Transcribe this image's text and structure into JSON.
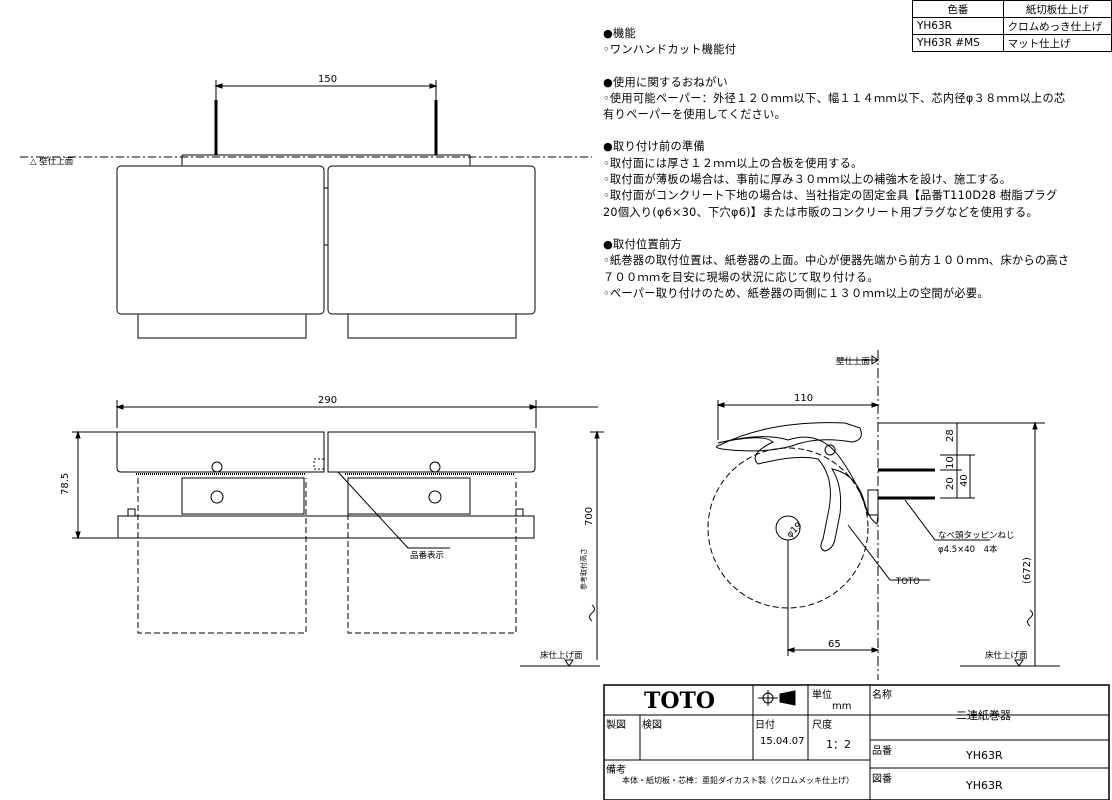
{
  "color_table": {
    "headers": [
      "色番",
      "紙切板仕上げ"
    ],
    "rows": [
      [
        "YH63R",
        "クロムめっき仕上げ"
      ],
      [
        "YH63R #MS",
        "マット仕上げ"
      ]
    ]
  },
  "notes": {
    "feature_title": "●機能",
    "feature_1": "◦ワンハンドカット機能付",
    "request_title": "●使用に関するおねがい",
    "request_1": "◦使用可能ペーパー：外径１２０ｍｍ以下、幅１１４ｍｍ以下、芯内径φ３８ｍｍ以上の芯",
    "request_1b": "有りペーパーを使用してください。",
    "prep_title": "●取り付け前の準備",
    "prep_1": "◦取付面には厚さ１２ｍｍ以上の合板を使用する。",
    "prep_2": "◦取付面が薄板の場合は、事前に厚み３０ｍｍ以上の補強木を設け、施工する。",
    "prep_3": "◦取付面がコンクリート下地の場合は、当社指定の固定金具【品番T110D28 樹脂プラグ",
    "prep_3b": "20個入り(φ6×30、下穴φ6)】または市販のコンクリート用プラグなどを使用する。",
    "pos_title": "●取付位置前方",
    "pos_1": "◦紙巻器の取付位置は、紙巻器の上面。中心が便器先端から前方１００ｍｍ、床からの高さ",
    "pos_1b": "７００ｍｍを目安に現場の状況に応じて取り付ける。",
    "pos_2": "◦ペーパー取り付けのため、紙巻器の両側に１３０ｍｍ以上の空間が必要。"
  },
  "dims": {
    "d150": "150",
    "d290": "290",
    "d785": "78.5",
    "d700": "700",
    "d110": "110",
    "d28": "28",
    "d10": "10",
    "d40": "40",
    "d20": "20",
    "d65": "65",
    "d672": "(672)",
    "d19": "φ19"
  },
  "labels": {
    "wall_top": "△ 壁仕上面",
    "wall_top_side": "壁仕上面",
    "floor": "床仕上げ面",
    "floor_right": "床仕上げ面",
    "hinban_hyoji": "品番表示",
    "height_note": "参考取付高さ",
    "screw": "なべ頭タッピンねじ",
    "screw_size": "φ4.5×40　4本",
    "toto_mark": "TOTO"
  },
  "title_block": {
    "logo": "TOTO",
    "unit_label": "単位",
    "unit_value": "mm",
    "name_label": "名称",
    "name_value": "二連紙巻器",
    "drawn_label": "製図",
    "check_label": "検図",
    "date_label": "日付",
    "date_value": "15.04.07",
    "scale_label": "尺度",
    "scale_value": "1：2",
    "part_label": "品番",
    "part_value": "YH63R",
    "drawing_label": "図番",
    "drawing_value": "YH63R",
    "remarks_label": "備考",
    "remarks_value": "本体・紙切板・芯棒：亜鉛ダイカスト製（クロムメッキ仕上げ）"
  }
}
